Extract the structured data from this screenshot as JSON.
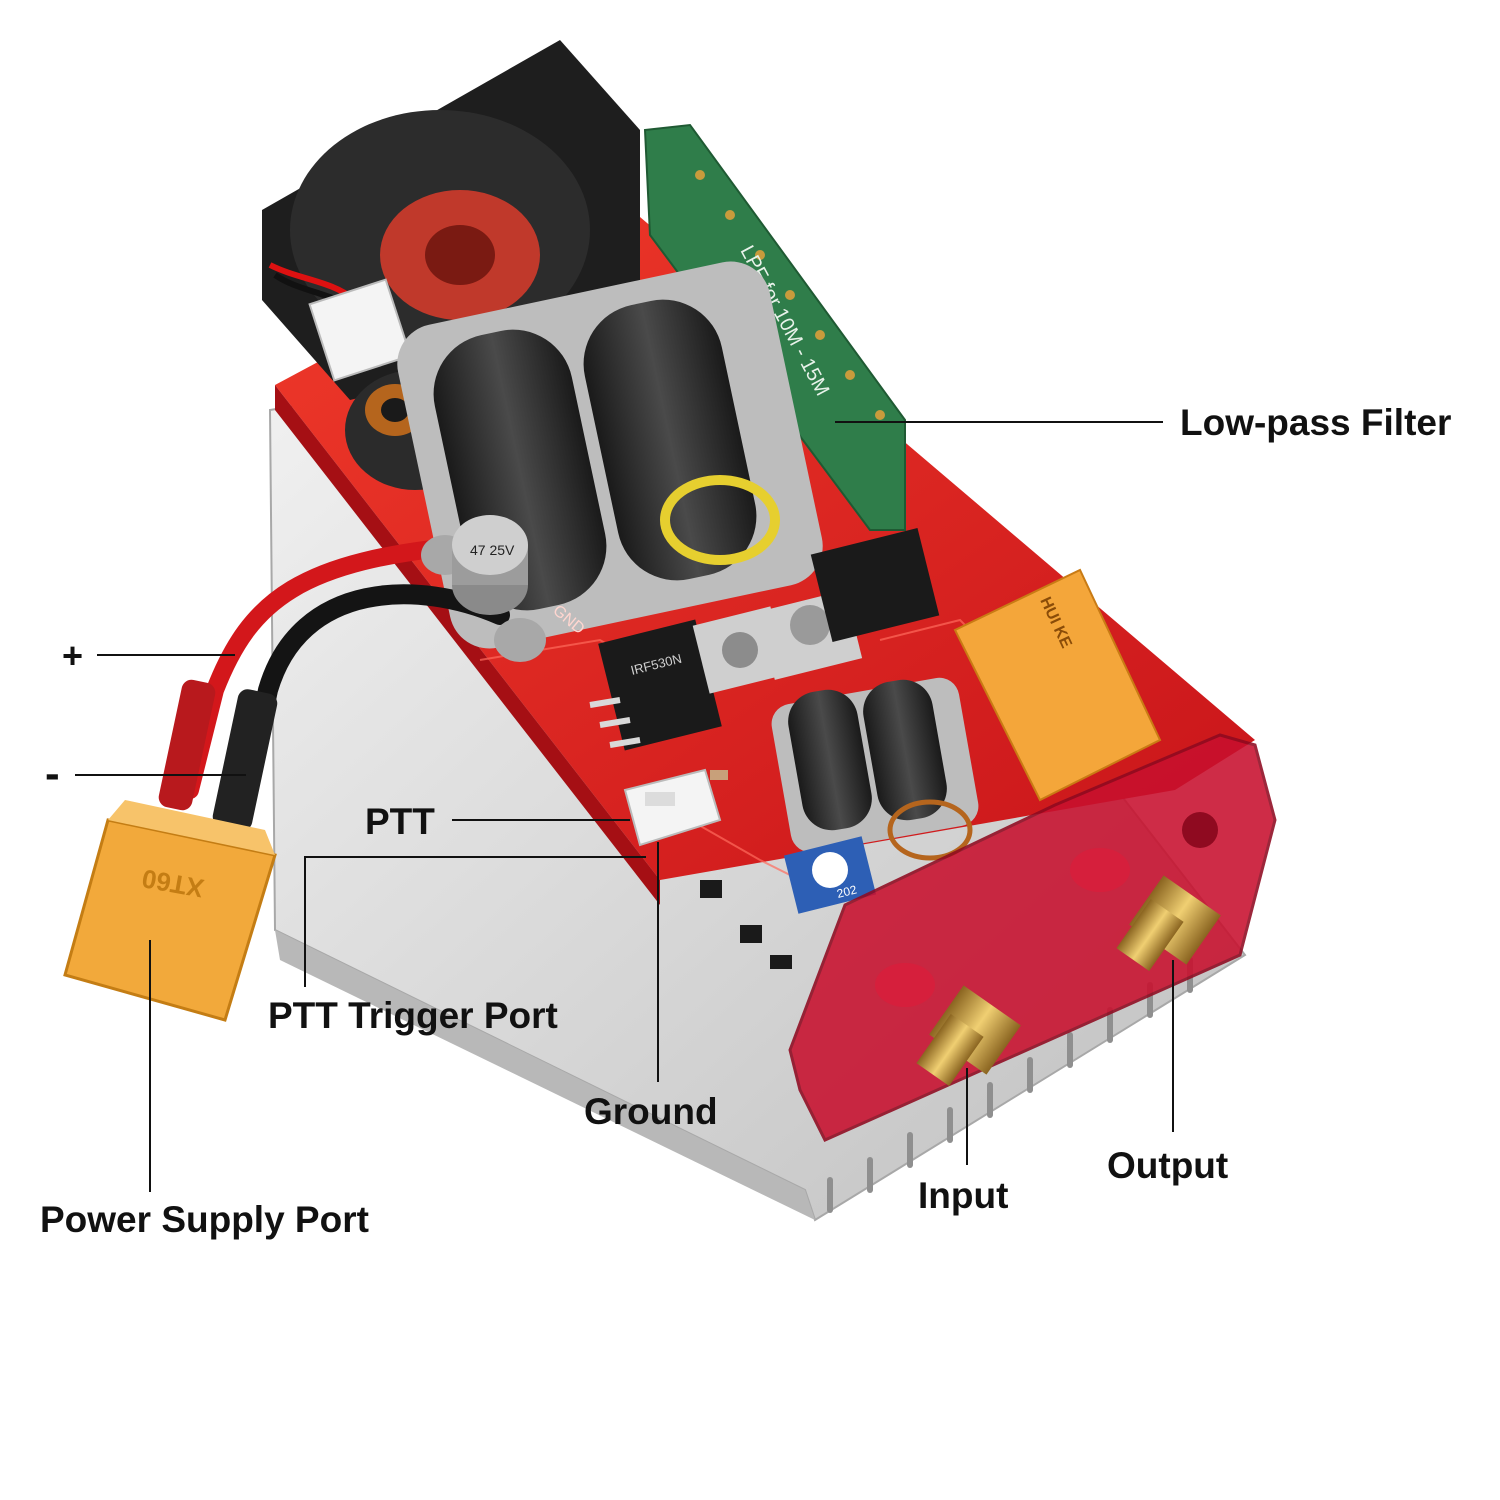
{
  "callouts": {
    "low_pass_filter": "Low-pass Filter",
    "plus": "+",
    "minus": "-",
    "ptt": "PTT",
    "ptt_trigger_port": "PTT Trigger Port",
    "power_supply_port": "Power Supply Port",
    "ground": "Ground",
    "input": "Input",
    "output": "Output"
  },
  "board_print": {
    "filter_board": "LPF for 10M - 15M",
    "capacitor": "47 25V",
    "gnd": "GND",
    "mosfet": "IRF530N",
    "connector": "XT60",
    "relay": "HUI KE",
    "trimmer": "202"
  },
  "colors": {
    "pcb": "#e01b1f",
    "heatsink": "#d9d9d9",
    "connector": "#f2a93b",
    "acrylic_plate": "#c8102e",
    "filter_board": "#2f7d4a",
    "ferrite": "#2b2b2b",
    "gold": "#c89b3c"
  }
}
